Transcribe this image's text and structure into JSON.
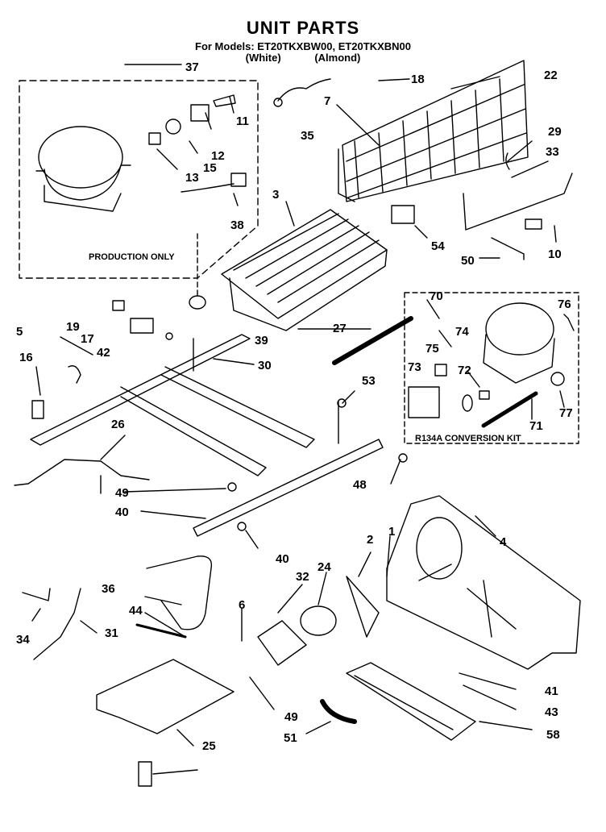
{
  "header": {
    "title": "UNIT PARTS",
    "models_line": "For Models: ET20TKXBW00, ET20TKXBN00",
    "variant_white": "(White)",
    "variant_almond": "(Almond)"
  },
  "boxes": {
    "production_only": "PRODUCTION ONLY",
    "conversion_kit": "R134A CONVERSION KIT"
  },
  "callouts": [
    "37",
    "18",
    "22",
    "7",
    "11",
    "12",
    "35",
    "15",
    "13",
    "29",
    "33",
    "3",
    "38",
    "54",
    "10",
    "50",
    "19",
    "17",
    "42",
    "39",
    "5",
    "16",
    "30",
    "27",
    "70",
    "76",
    "74",
    "75",
    "73",
    "72",
    "53",
    "71",
    "77",
    "26",
    "49",
    "40",
    "48",
    "40",
    "2",
    "1",
    "4",
    "24",
    "32",
    "36",
    "44",
    "6",
    "34",
    "31",
    "41",
    "49",
    "43",
    "51",
    "25",
    "58"
  ]
}
